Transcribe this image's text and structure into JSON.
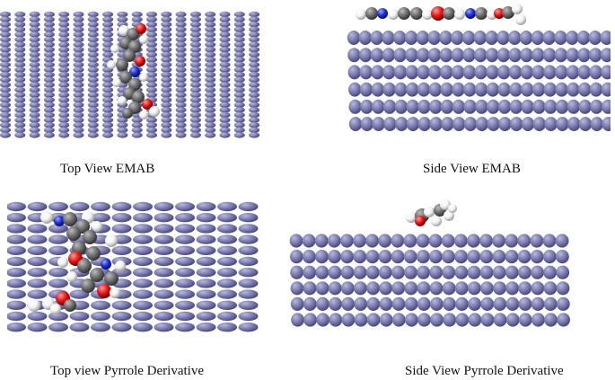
{
  "figure": {
    "panels": [
      {
        "id": "top-emab",
        "caption": "Top View EMAB"
      },
      {
        "id": "side-emab",
        "caption": "Side View EMAB"
      },
      {
        "id": "top-pyrrole",
        "caption": "Top view Pyrrole Derivative"
      },
      {
        "id": "side-pyrrole",
        "caption": "Side View Pyrrole Derivative"
      }
    ],
    "atom_colors": {
      "metal_surface": "#7c7cb0",
      "metal_highlight": "#b8b8de",
      "carbon": "#6e6e6e",
      "hydrogen": "#f2f2f2",
      "oxygen": "#e01818",
      "nitrogen": "#2030d0"
    }
  }
}
